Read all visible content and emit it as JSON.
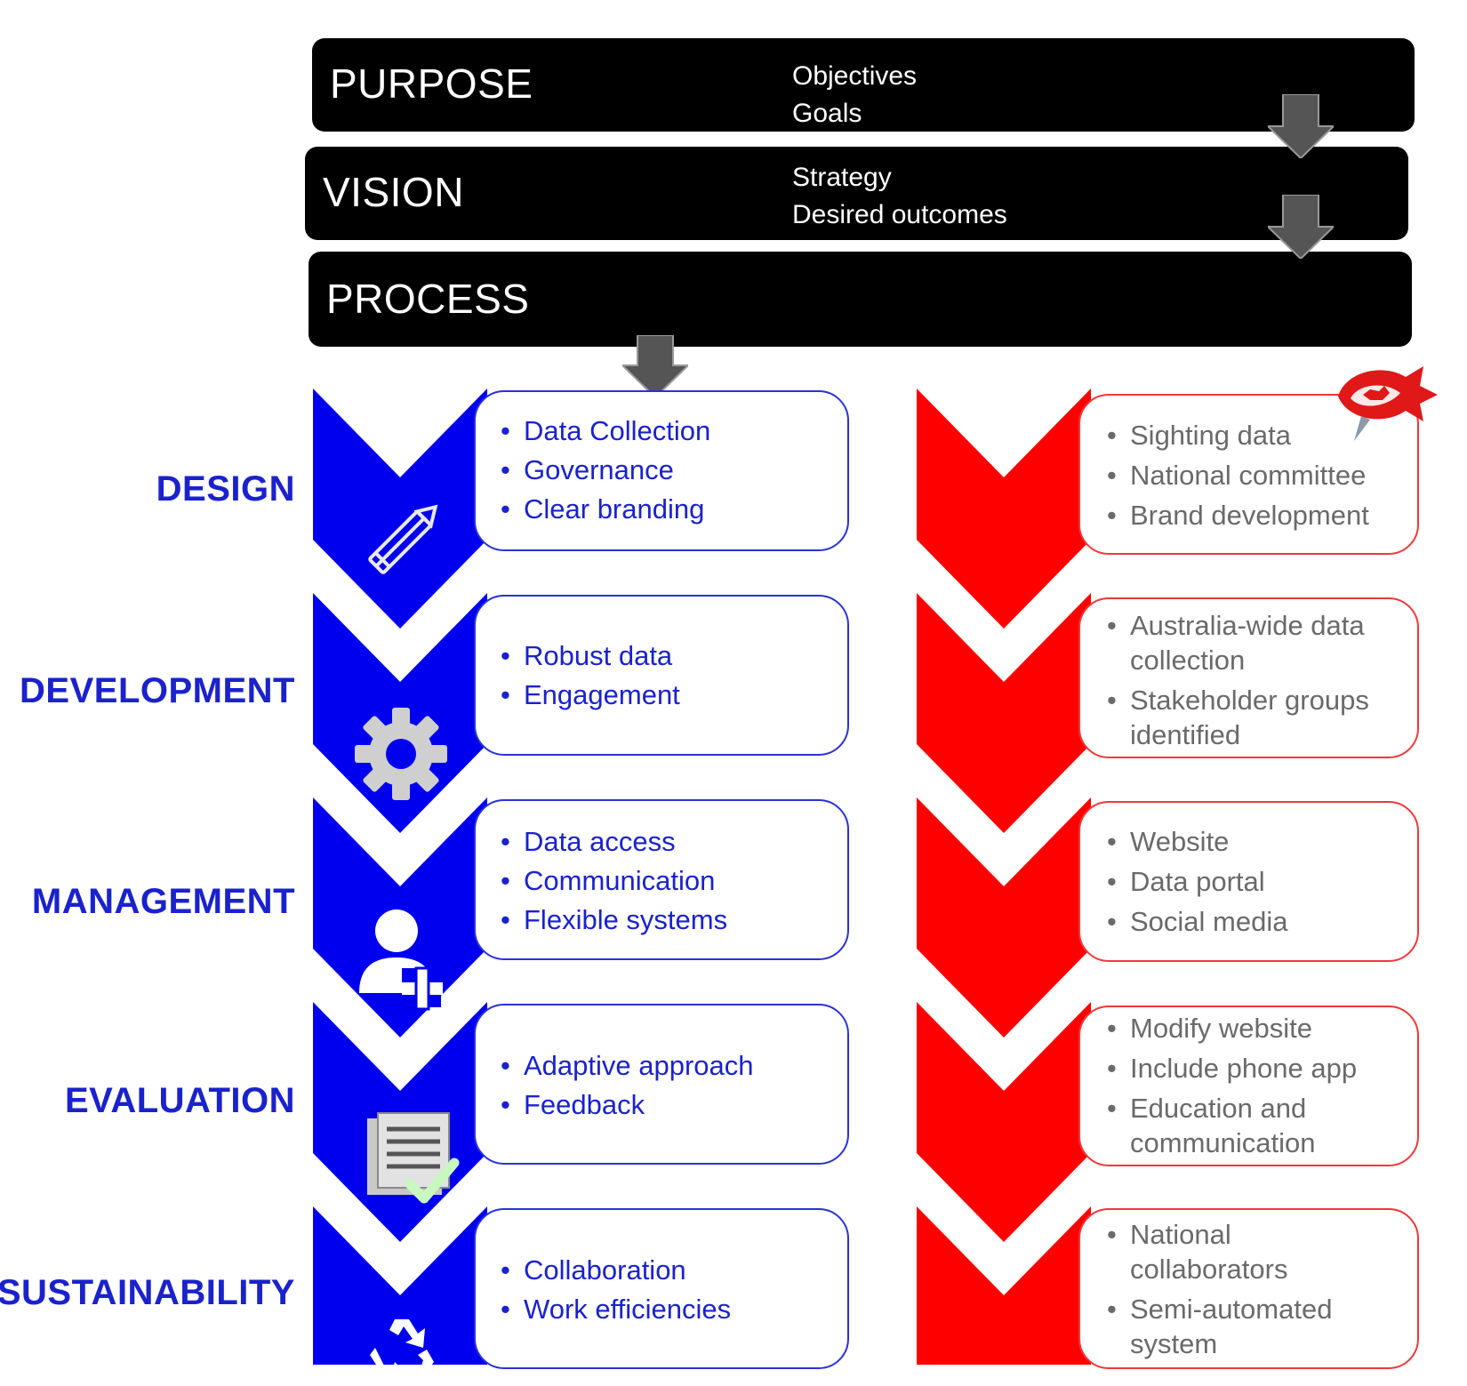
{
  "header": {
    "purpose": {
      "title": "PURPOSE",
      "lines": [
        "Objectives",
        "Goals"
      ]
    },
    "vision": {
      "title": "VISION",
      "lines": [
        "Strategy",
        "Desired outcomes"
      ]
    },
    "process": {
      "title": "PROCESS"
    }
  },
  "colors": {
    "blue": "#0000ee",
    "red": "#ff0000",
    "bar": "#000000",
    "arrow": "#555555",
    "icon_gray": "#c8c8c8"
  },
  "stages": [
    {
      "label": "DESIGN",
      "icon": "pencil-icon",
      "items": [
        "Data Collection",
        "Governance",
        "Clear branding"
      ],
      "example": [
        "Sighting data",
        "National committee",
        "Brand development"
      ]
    },
    {
      "label": "DEVELOPMENT",
      "icon": "gear-icon",
      "items": [
        "Robust data",
        "Engagement"
      ],
      "example": [
        "Australia-wide data collection",
        "Stakeholder groups identified"
      ]
    },
    {
      "label": "MANAGEMENT",
      "icon": "add-user-icon",
      "items": [
        "Data access",
        "Communication",
        "Flexible systems"
      ],
      "example": [
        "Website",
        "Data portal",
        "Social media"
      ]
    },
    {
      "label": "EVALUATION",
      "icon": "checklist-icon",
      "items": [
        "Adaptive approach",
        "Feedback"
      ],
      "example": [
        "Modify website",
        "Include phone app",
        "Education and communication"
      ]
    },
    {
      "label": "SUSTAINABILITY",
      "icon": "recycle-icon",
      "items": [
        "Collaboration",
        "Work efficiencies"
      ],
      "example": [
        "National collaborators",
        "Semi-automated system"
      ]
    }
  ],
  "logo": "fish-logo-icon"
}
